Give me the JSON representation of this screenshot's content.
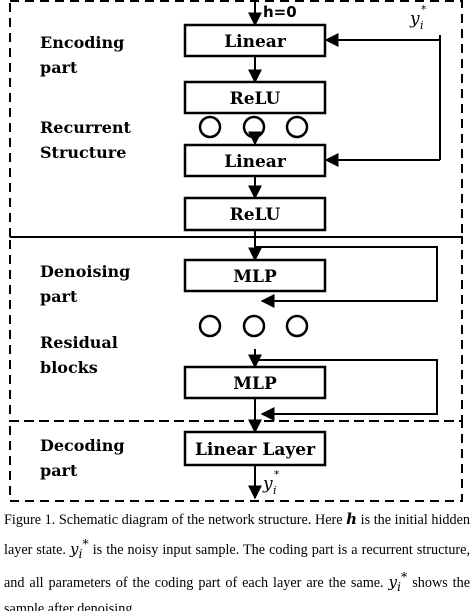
{
  "diagram": {
    "h_init_label": "h=0",
    "y_star": {
      "base": "y",
      "sub": "i",
      "sup": "*"
    },
    "sections": [
      {
        "id": "encoding",
        "label_lines": [
          "Encoding",
          "part"
        ]
      },
      {
        "id": "recurrent",
        "label_lines": [
          "Recurrent",
          "Structure"
        ]
      },
      {
        "id": "denoising",
        "label_lines": [
          "Denoising",
          "part"
        ]
      },
      {
        "id": "residual",
        "label_lines": [
          "Residual",
          "blocks"
        ]
      },
      {
        "id": "decoding",
        "label_lines": [
          "Decoding",
          "part"
        ]
      }
    ],
    "boxes": [
      {
        "id": "linear-1",
        "label": "Linear"
      },
      {
        "id": "relu-1",
        "label": "ReLU"
      },
      {
        "id": "linear-2",
        "label": "Linear"
      },
      {
        "id": "relu-2",
        "label": "ReLU"
      },
      {
        "id": "mlp-1",
        "label": "MLP"
      },
      {
        "id": "mlp-2",
        "label": "MLP"
      },
      {
        "id": "linear-layer",
        "label": "Linear Layer"
      }
    ]
  },
  "caption": {
    "prefix": "Figure 1.   Schematic diagram of the network structure. Here ",
    "h_symbol": "h",
    "after_h": " is the initial hidden layer state. ",
    "y_symbol": "y",
    "y_sub": "i",
    "y_sup": "*",
    "after_y1": " is the noisy input sample. The coding part is a recurrent structure, and all parameters of the coding part of each layer are the same. ",
    "after_y2": " shows the sample after denoising."
  }
}
